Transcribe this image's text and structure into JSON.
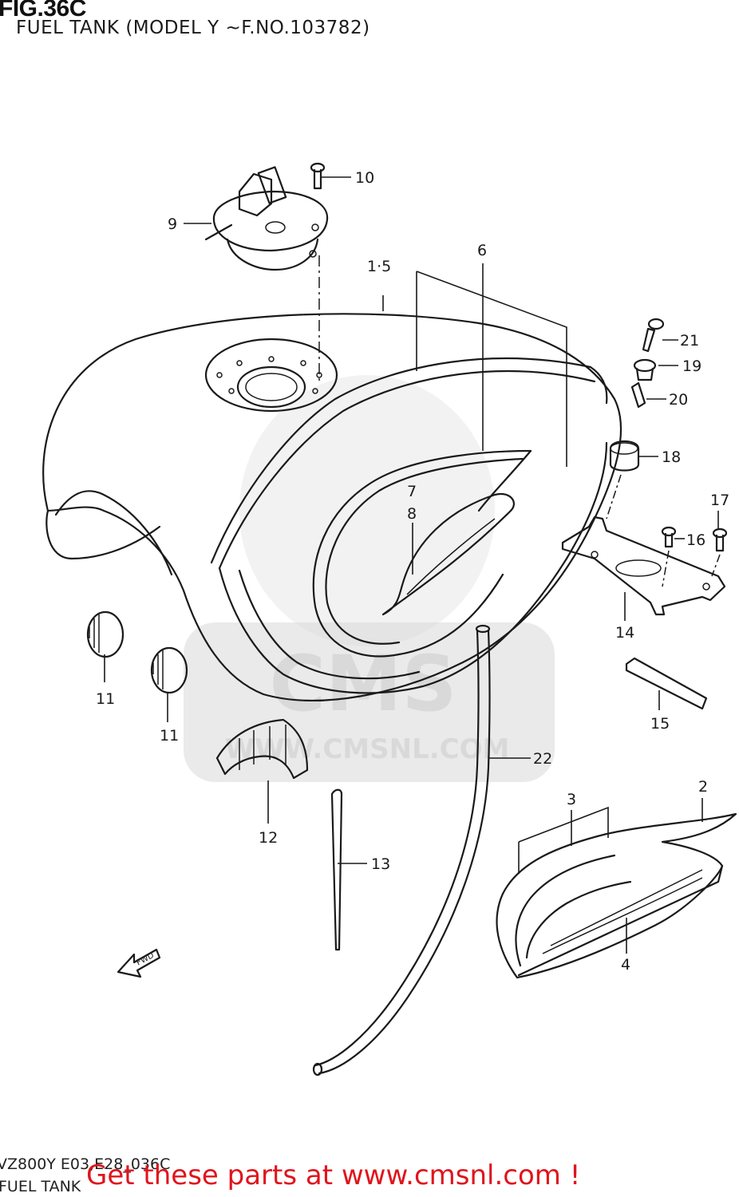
{
  "figure": {
    "title": "FIG.36C",
    "subtitle": "FUEL TANK (MODEL Y ~F.NO.103782)"
  },
  "watermark": {
    "logo_text": "CMS",
    "url_text": "WWW.CMSNL.COM"
  },
  "callouts": [
    "1·5",
    "2",
    "3",
    "4",
    "6",
    "7",
    "8",
    "9",
    "10",
    "11",
    "11",
    "12",
    "13",
    "14",
    "15",
    "16",
    "17",
    "18",
    "19",
    "20",
    "21",
    "22"
  ],
  "fwd_marker": "FWD",
  "footer": {
    "model_code": "VZ800Y E03,E28_036C",
    "section_name": "FUEL TANK",
    "promo_link": "Get these parts at www.cmsnl.com !"
  }
}
